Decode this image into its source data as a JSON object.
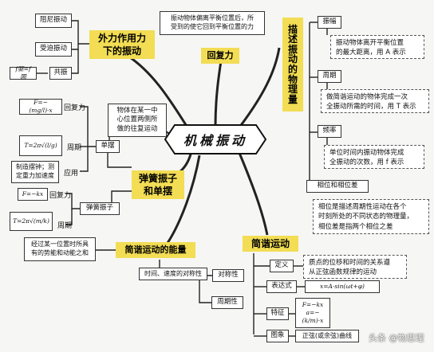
{
  "center": "机械振动",
  "branches": {
    "forced": "外力作用力\n下的振动",
    "restoring": "回复力",
    "describe": "描\n述\n振\n动\n的\n物\n理\n量",
    "spring": "弹簧振子\n和单摆",
    "shm": "简谐运动",
    "energy": "简谐运动的能量"
  },
  "forced_items": [
    "阻尼振动",
    "受迫振动",
    "共振"
  ],
  "resonance_cond": "f驱=f固",
  "restoring_def": "振动物体偏离平衡位置后，所\n受到的使它回到平衡位置的力",
  "oscillation_def": "物体在某一中\n心位置两侧所\n做的往复运动",
  "quantities": {
    "amplitude_label": "振幅",
    "amplitude_def": "振动物体离开平衡位置\n的最大距离，用 A 表示",
    "period_label": "周期",
    "period_def": "做简谐运动的物体完成一次\n全振动所需的时间，用 T 表示",
    "freq_label": "频率",
    "freq_def": "单位时间内振动物体完成\n全振动的次数，用 f 表示",
    "phase_label": "相位和相位差",
    "phase_def": "相位是描述周期性运动在各个\n时刻所处的不同状态的物理量，\n相位差是指两个相位之差"
  },
  "pendulum": {
    "label": "单摆",
    "restoring_formula": "F=−(mg/l)·x",
    "restoring_label": "回复力",
    "period_formula": "T=2π√(l/g)",
    "period_label": "周期",
    "application": "制造摆钟；测\n定重力加速度",
    "application_label": "应用"
  },
  "spring_osc": {
    "label": "弹簧振子",
    "restoring_formula": "F=−kx",
    "restoring_label": "回复力",
    "period_formula": "T=2π√(m/k)",
    "period_label": "周期"
  },
  "energy_def": "经过某一位置时所具\n有的势能和动能之和",
  "symmetry_label": "对称性",
  "symmetry_def": "时间、速度的对称性",
  "periodicity_label": "周期性",
  "shm_items": {
    "def_label": "定义",
    "def_text": "质点的位移和时间的关系遵\n从正弦函数规律的运动",
    "expr_label": "表达式",
    "expr_text": "x=A·sin(ωt+φ)",
    "feature_label": "特征",
    "feature_f": "F=−kx",
    "feature_a": "a=−(k/m)·x",
    "image_label": "图象",
    "image_text": "正弦(或余弦)曲线"
  },
  "watermark": "头条 @物思理"
}
